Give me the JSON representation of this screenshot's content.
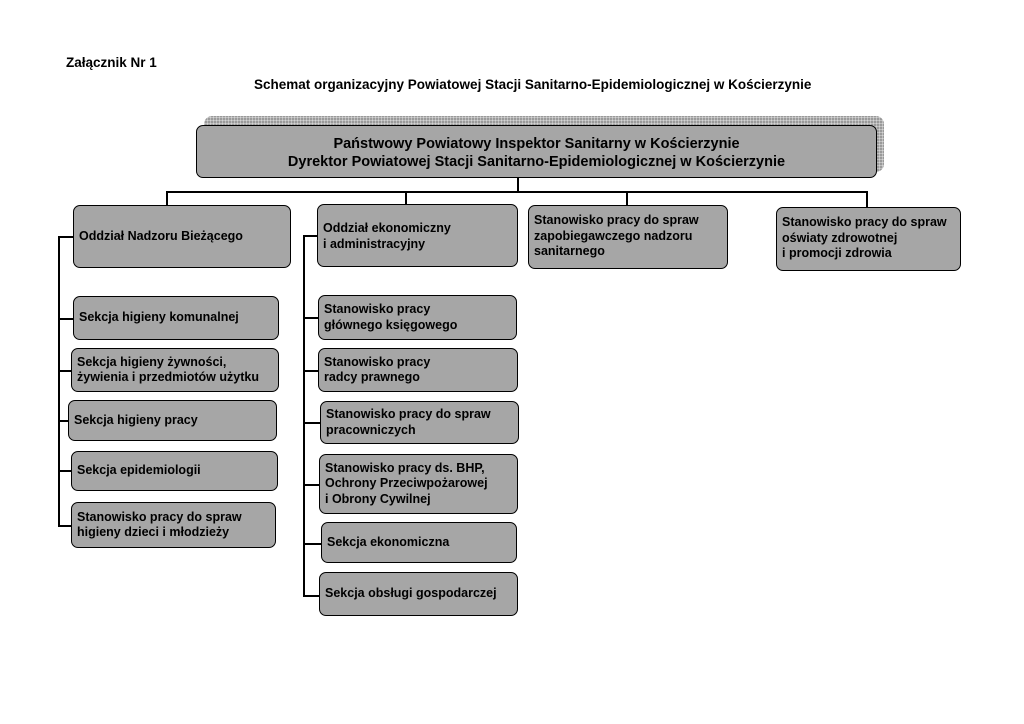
{
  "annex": "Załącznik Nr 1",
  "title": "Schemat organizacyjny Powiatowej Stacji Sanitarno-Epidemiologicznej w Kościerzynie",
  "director": {
    "line1": "Państwowy Powiatowy Inspektor Sanitarny w Kościerzynie",
    "line2": "Dyrektor Powiatowej Stacji Sanitarno-Epidemiologicznej w Kościerzynie"
  },
  "level2": [
    {
      "lines": [
        "Oddział Nadzoru Bieżącego"
      ]
    },
    {
      "lines": [
        "Oddział ekonomiczny",
        "i administracyjny"
      ]
    },
    {
      "lines": [
        "Stanowisko pracy do spraw",
        "zapobiegawczego nadzoru",
        "sanitarnego"
      ]
    },
    {
      "lines": [
        "Stanowisko pracy do spraw",
        "oświaty zdrowotnej",
        "i promocji zdrowia"
      ]
    }
  ],
  "nadzor_units": [
    {
      "lines": [
        "Sekcja higieny komunalnej"
      ]
    },
    {
      "lines": [
        "Sekcja higieny żywności,",
        "żywienia i przedmiotów użytku"
      ]
    },
    {
      "lines": [
        "Sekcja higieny pracy"
      ]
    },
    {
      "lines": [
        "Sekcja epidemiologii"
      ]
    },
    {
      "lines": [
        "Stanowisko pracy do spraw",
        "higieny dzieci i młodzieży"
      ]
    }
  ],
  "ekonom_units": [
    {
      "lines": [
        "Stanowisko pracy",
        "głównego księgowego"
      ]
    },
    {
      "lines": [
        "Stanowisko pracy",
        "radcy prawnego"
      ]
    },
    {
      "lines": [
        "Stanowisko pracy do spraw",
        "pracowniczych"
      ]
    },
    {
      "lines": [
        "Stanowisko pracy ds. BHP,",
        "Ochrony Przeciwpożarowej",
        "i Obrony Cywilnej"
      ]
    },
    {
      "lines": [
        "Sekcja ekonomiczna"
      ]
    },
    {
      "lines": [
        "Sekcja obsługi gospodarczej"
      ]
    }
  ]
}
